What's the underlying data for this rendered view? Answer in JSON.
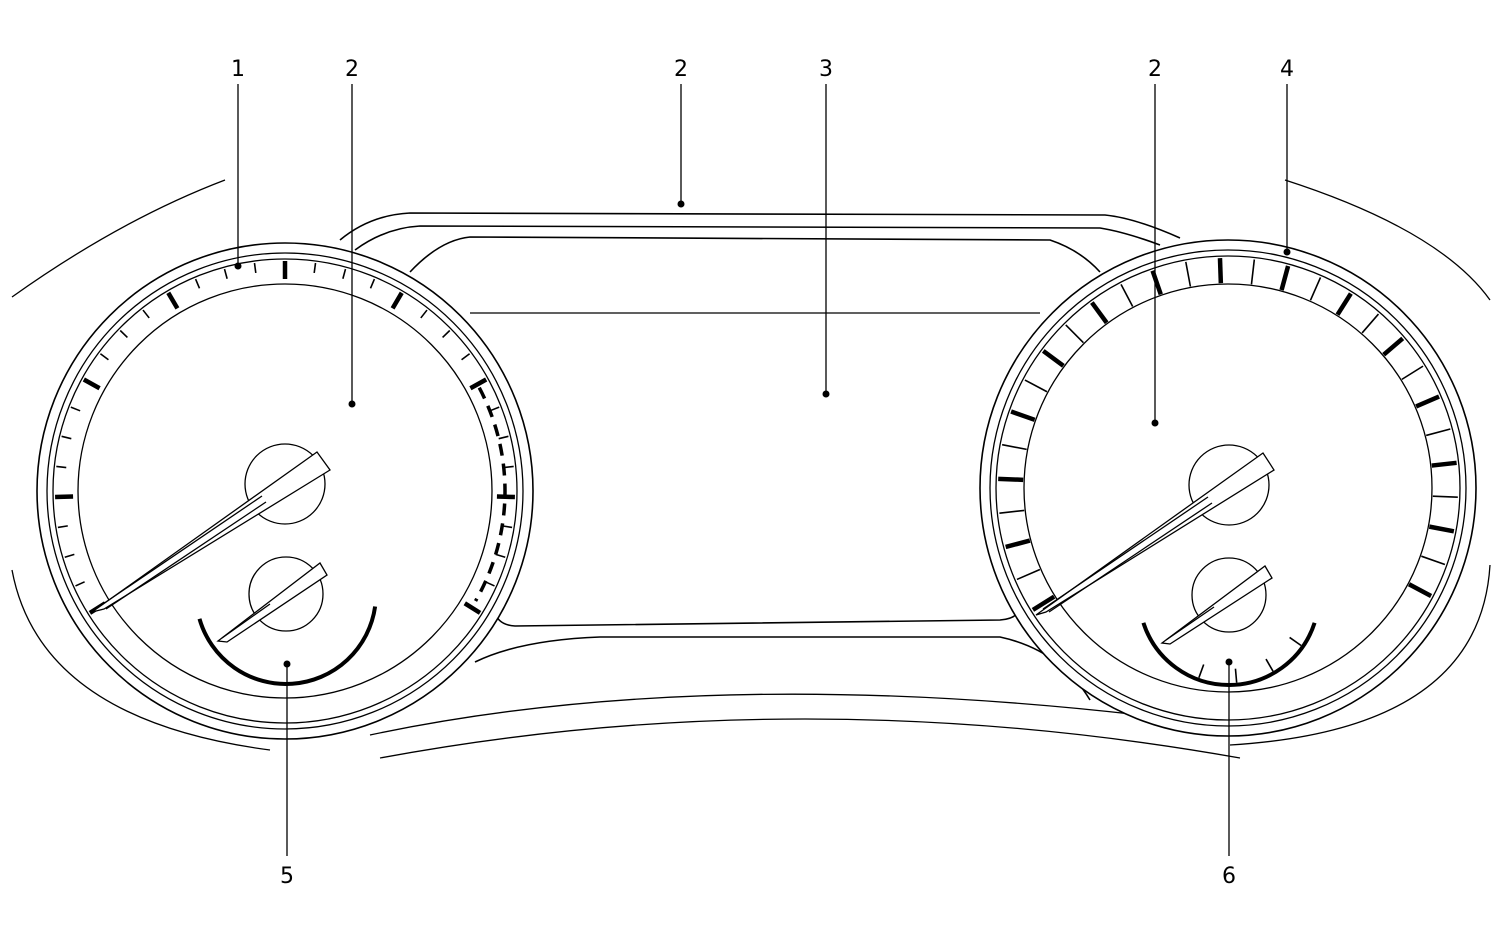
{
  "diagram": {
    "callouts": [
      {
        "id": "callout-1",
        "label": "1"
      },
      {
        "id": "callout-2a",
        "label": "2"
      },
      {
        "id": "callout-2b",
        "label": "2"
      },
      {
        "id": "callout-3",
        "label": "3"
      },
      {
        "id": "callout-2c",
        "label": "2"
      },
      {
        "id": "callout-4",
        "label": "4"
      },
      {
        "id": "callout-5",
        "label": "5"
      },
      {
        "id": "callout-6",
        "label": "6"
      }
    ]
  }
}
